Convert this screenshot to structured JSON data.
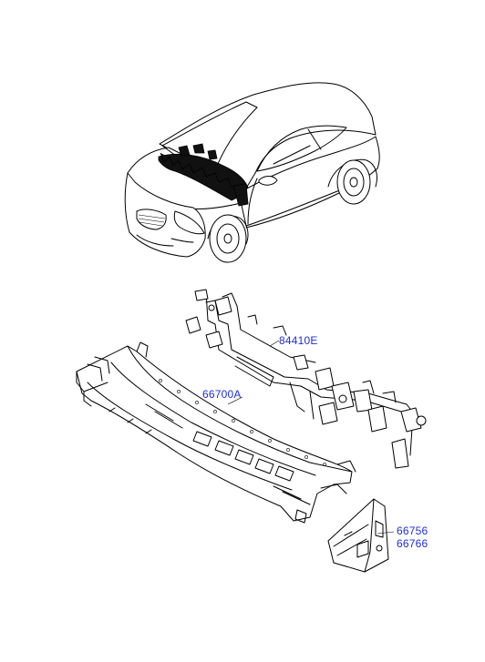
{
  "colors": {
    "label": "#1f2fd0",
    "line": "#000000",
    "background": "#ffffff"
  },
  "parts": [
    {
      "id": "84410E",
      "label": "84410E"
    },
    {
      "id": "66700A",
      "label": "66700A"
    },
    {
      "id": "66756",
      "label": "66756"
    },
    {
      "id": "66766",
      "label": "66766"
    }
  ]
}
